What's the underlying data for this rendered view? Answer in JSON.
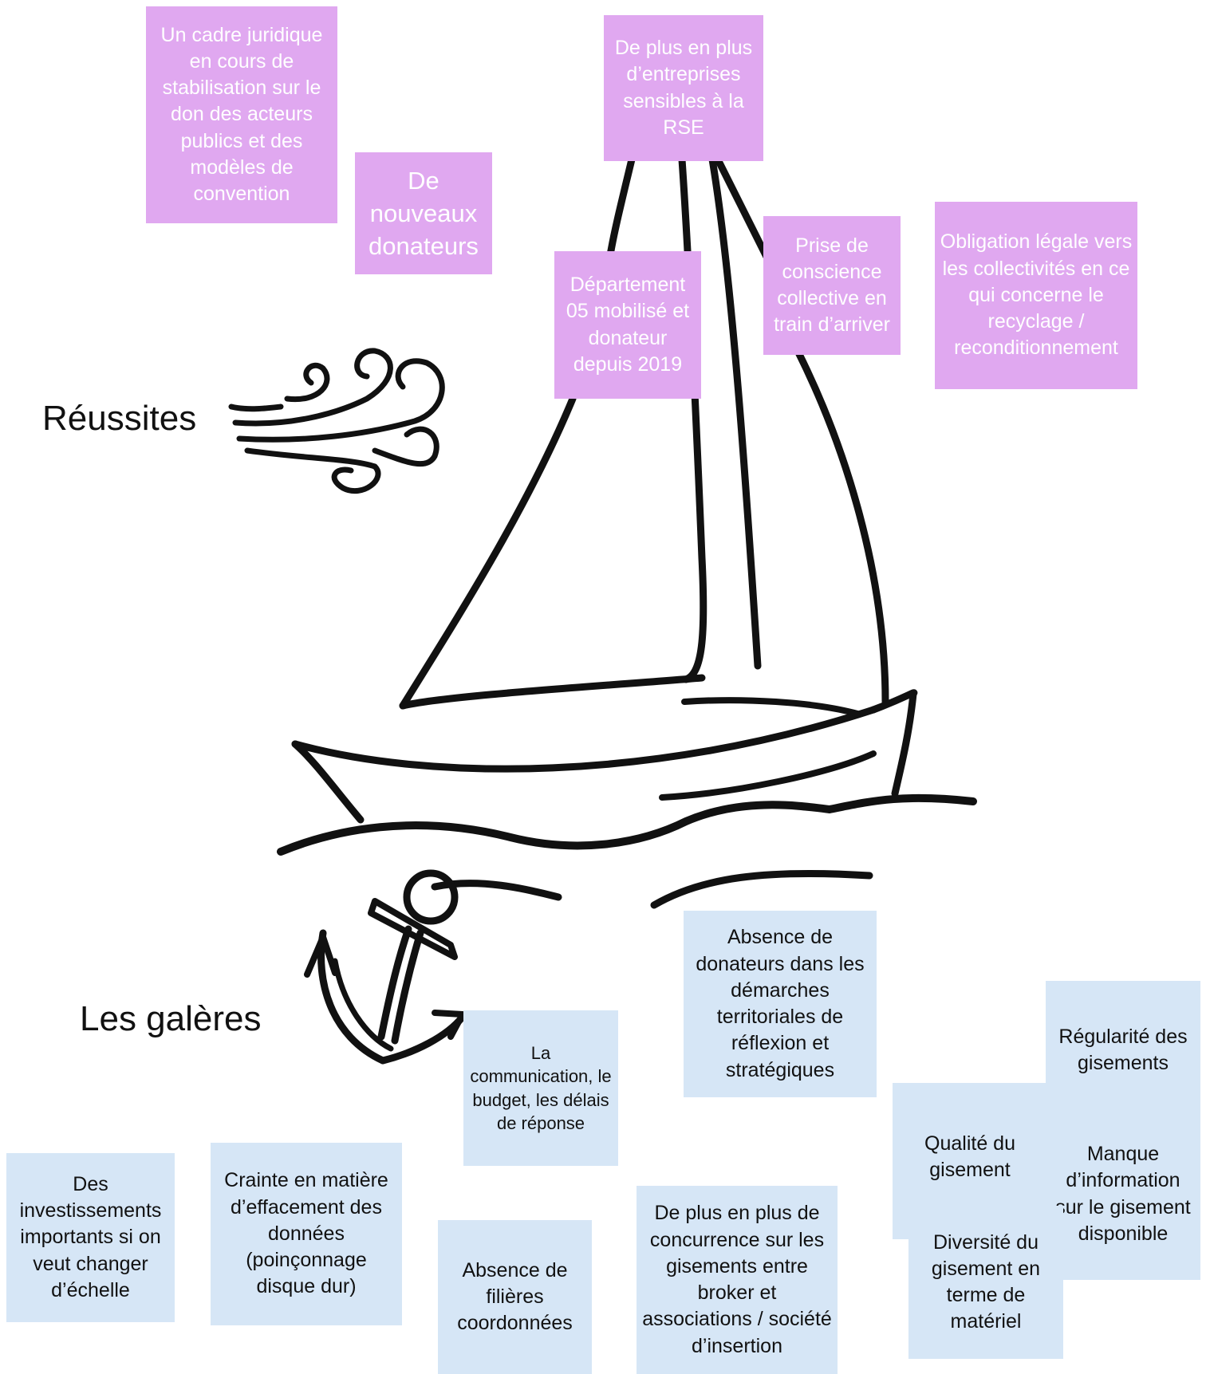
{
  "headings": {
    "successes": "Réussites",
    "struggles": "Les galères"
  },
  "successes_notes": [
    "Un cadre juridique en cours de stabilisation sur le don des acteurs publics et des modèles de convention",
    "De nouveaux donateurs",
    "De plus en plus d’entreprises sensibles à la RSE",
    "Département 05 mobilisé et donateur depuis 2019",
    "Prise de conscience collective en train d’arriver",
    "Obligation légale vers les collectivités en ce qui concerne le recyclage / reconditionnement"
  ],
  "struggles_notes": [
    "Absence de donateurs dans les démarches territoriales de réflexion et stratégiques",
    "La communication, le budget, les délais de réponse",
    "Régularité des gisements",
    "Qualité du gisement",
    "Manque d’information sur le gisement disponible",
    "Diversité du gisement en terme de matériel",
    "Des investissements importants si on veut changer d’échelle",
    "Crainte en matière d’effacement des données (poinçonnage disque dur)",
    "Absence de filières coordonnées",
    "De plus en plus de concurrence sur les gisements entre broker et associations / société d’insertion"
  ],
  "colors": {
    "success_note": "#e0a8f0",
    "struggle_note": "#d6e6f6",
    "ink": "#111111"
  },
  "icons": [
    "wind-icon",
    "sailboat-icon",
    "anchor-icon",
    "waves-icon"
  ]
}
